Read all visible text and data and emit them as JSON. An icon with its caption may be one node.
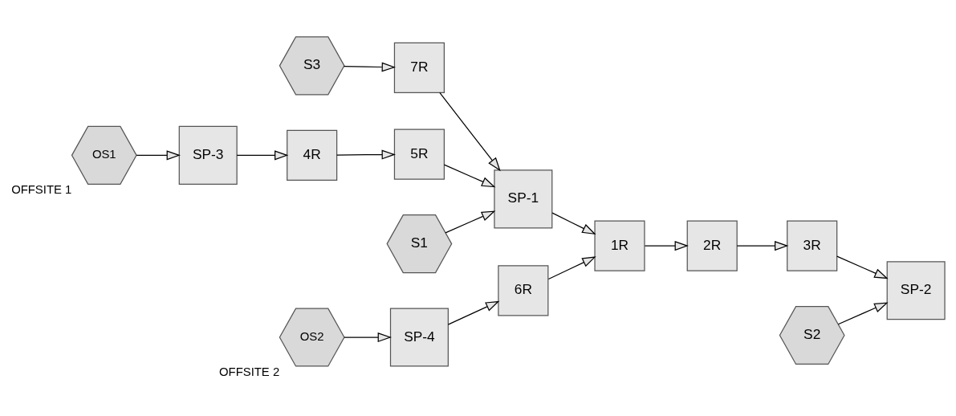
{
  "diagram": {
    "nodes": [
      {
        "text": [
          "OS1"
        ],
        "beside": [
          "OFFSITE 1"
        ]
      },
      {
        "text": [
          "SP-3"
        ]
      },
      {
        "text": [
          "SP-4"
        ]
      },
      {
        "text": [
          "OS2"
        ],
        "beside": [
          "OFFSITE 2"
        ]
      },
      {
        "text": [
          "S1"
        ]
      },
      {
        "text": [
          "4R"
        ]
      },
      {
        "text": [
          "6R"
        ]
      },
      {
        "text": [
          "5R"
        ]
      },
      {
        "text": [
          "S3"
        ]
      },
      {
        "text": [
          "S2"
        ]
      },
      {
        "text": [
          "7R"
        ]
      },
      {
        "text": [
          "SP-1"
        ]
      },
      {
        "text": [
          "1R"
        ]
      },
      {
        "text": [
          "2R"
        ]
      },
      {
        "text": [
          "3R"
        ]
      },
      {
        "text": [
          "SP-2"
        ]
      }
    ],
    "edges": [
      {
        "from": 0,
        "to": 1,
        "arrow": "to"
      },
      {
        "from": 3,
        "to": 2,
        "arrow": "to"
      },
      {
        "from": 1,
        "to": 5,
        "arrow": "to"
      },
      {
        "from": 5,
        "to": 7,
        "arrow": "to"
      },
      {
        "from": 7,
        "to": 11,
        "arrow": "to"
      },
      {
        "from": 4,
        "to": 11,
        "arrow": "to"
      },
      {
        "from": 2,
        "to": 6,
        "arrow": "to"
      },
      {
        "from": 6,
        "to": 12,
        "arrow": "to"
      },
      {
        "from": 8,
        "to": 10,
        "arrow": "to"
      },
      {
        "from": 10,
        "to": 11,
        "arrow": "to"
      },
      {
        "from": 11,
        "to": 12,
        "arrow": "to"
      },
      {
        "from": 12,
        "to": 13,
        "arrow": "to"
      },
      {
        "from": 13,
        "to": 14,
        "arrow": "to"
      },
      {
        "from": 14,
        "to": 15,
        "arrow": "to"
      },
      {
        "from": 9,
        "to": 15,
        "arrow": "to"
      }
    ]
  }
}
